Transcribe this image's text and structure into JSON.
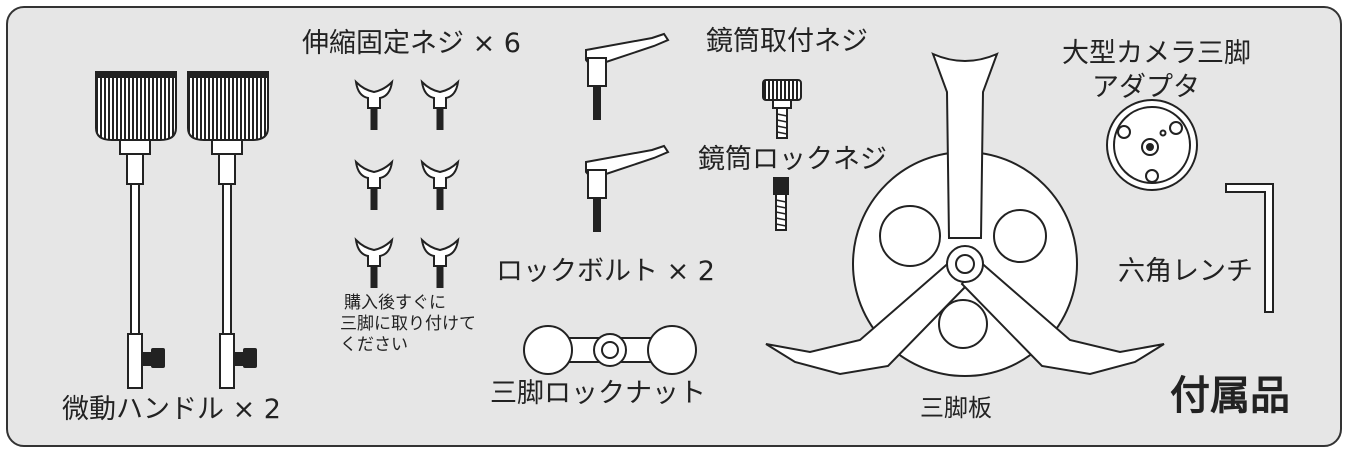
{
  "title": "付属品",
  "parts": {
    "fine_motion_handle": "微動ハンドル × 2",
    "extension_screws": "伸縮固定ネジ × 6",
    "lock_bolts": "ロックボルト × 2",
    "tube_mount_screw": "鏡筒取付ネジ",
    "tube_lock_screw": "鏡筒ロックネジ",
    "large_tripod_adapter_line1": "大型カメラ三脚",
    "large_tripod_adapter_line2": "アダプタ",
    "hex_wrench": "六角レンチ",
    "tripod_plate": "三脚板",
    "tripod_lock_nut": "三脚ロックナット",
    "note_line1": "購入後すぐに",
    "note_line2": "三脚に取り付けて",
    "note_line3": "ください"
  },
  "colors": {
    "panel": "#e6e6e6",
    "part_fill": "#ffffff",
    "outline": "#222222",
    "dark": "#222222"
  }
}
